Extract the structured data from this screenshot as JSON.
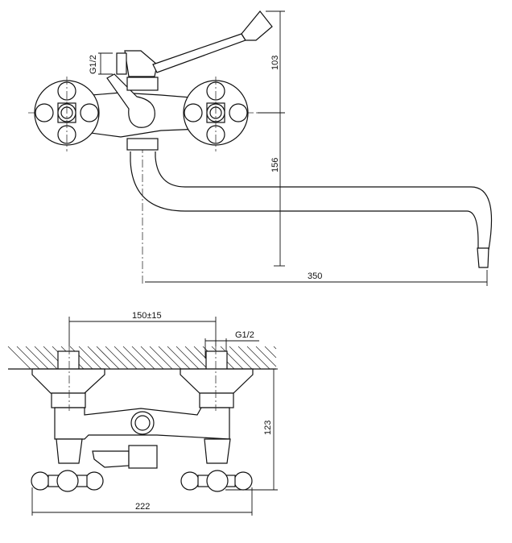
{
  "top_view": {
    "thread_label": "G1/2",
    "dim_lever_height": "103",
    "dim_spout_height": "156",
    "dim_spout_length": "350"
  },
  "front_view": {
    "dim_centers": "150±15",
    "thread_label": "G1/2",
    "dim_height": "123",
    "dim_width": "222"
  }
}
